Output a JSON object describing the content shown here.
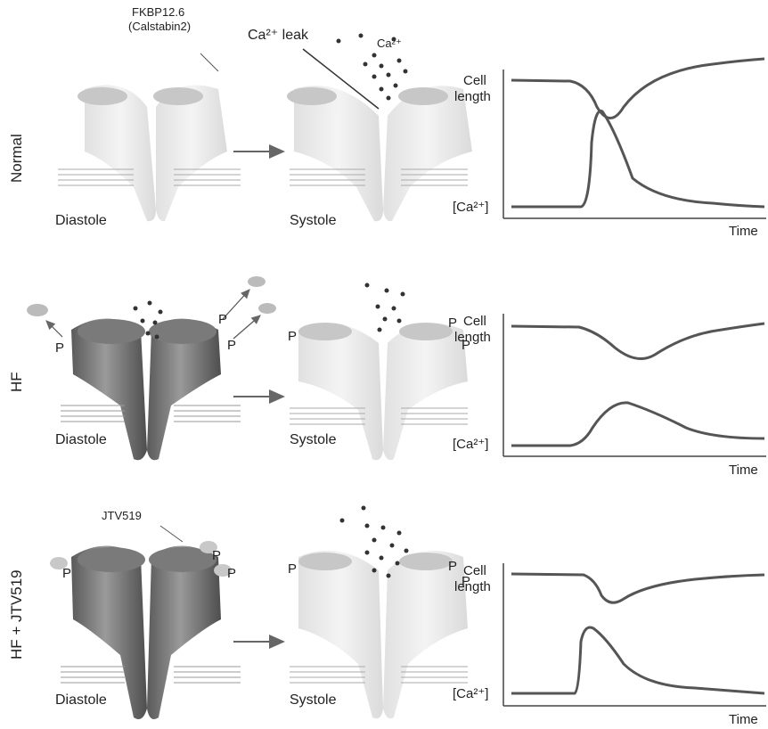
{
  "rows": [
    {
      "label": "Normal",
      "left_caption": "Diastole",
      "right_caption": "Systole",
      "graph": {
        "top_label": "Cell",
        "top_label2": "length",
        "bottom_label": "[Ca²⁺]",
        "time_label": "Time"
      }
    },
    {
      "label": "HF",
      "left_caption": "Diastole",
      "right_caption": "Systole",
      "graph": {
        "top_label": "Cell",
        "top_label2": "length",
        "bottom_label": "[Ca²⁺]",
        "time_label": "Time"
      }
    },
    {
      "label": "HF + JTV519",
      "left_caption": "Diastole",
      "right_caption": "Systole",
      "graph": {
        "top_label": "Cell",
        "top_label2": "length",
        "bottom_label": "[Ca²⁺]",
        "time_label": "Time"
      }
    }
  ],
  "annotations": {
    "fkbp_line1": "FKBP12.6",
    "fkbp_line2": "(Calstabin2)",
    "ca_leak": "Ca²⁺ leak",
    "ca_ion": "Ca²⁺",
    "jtv519": "JTV519",
    "phospho": "P"
  },
  "colors": {
    "receptor_light": "#d0d0d0",
    "receptor_dark": "#6e6e6e",
    "curve": "#555555",
    "ion": "#333333"
  }
}
